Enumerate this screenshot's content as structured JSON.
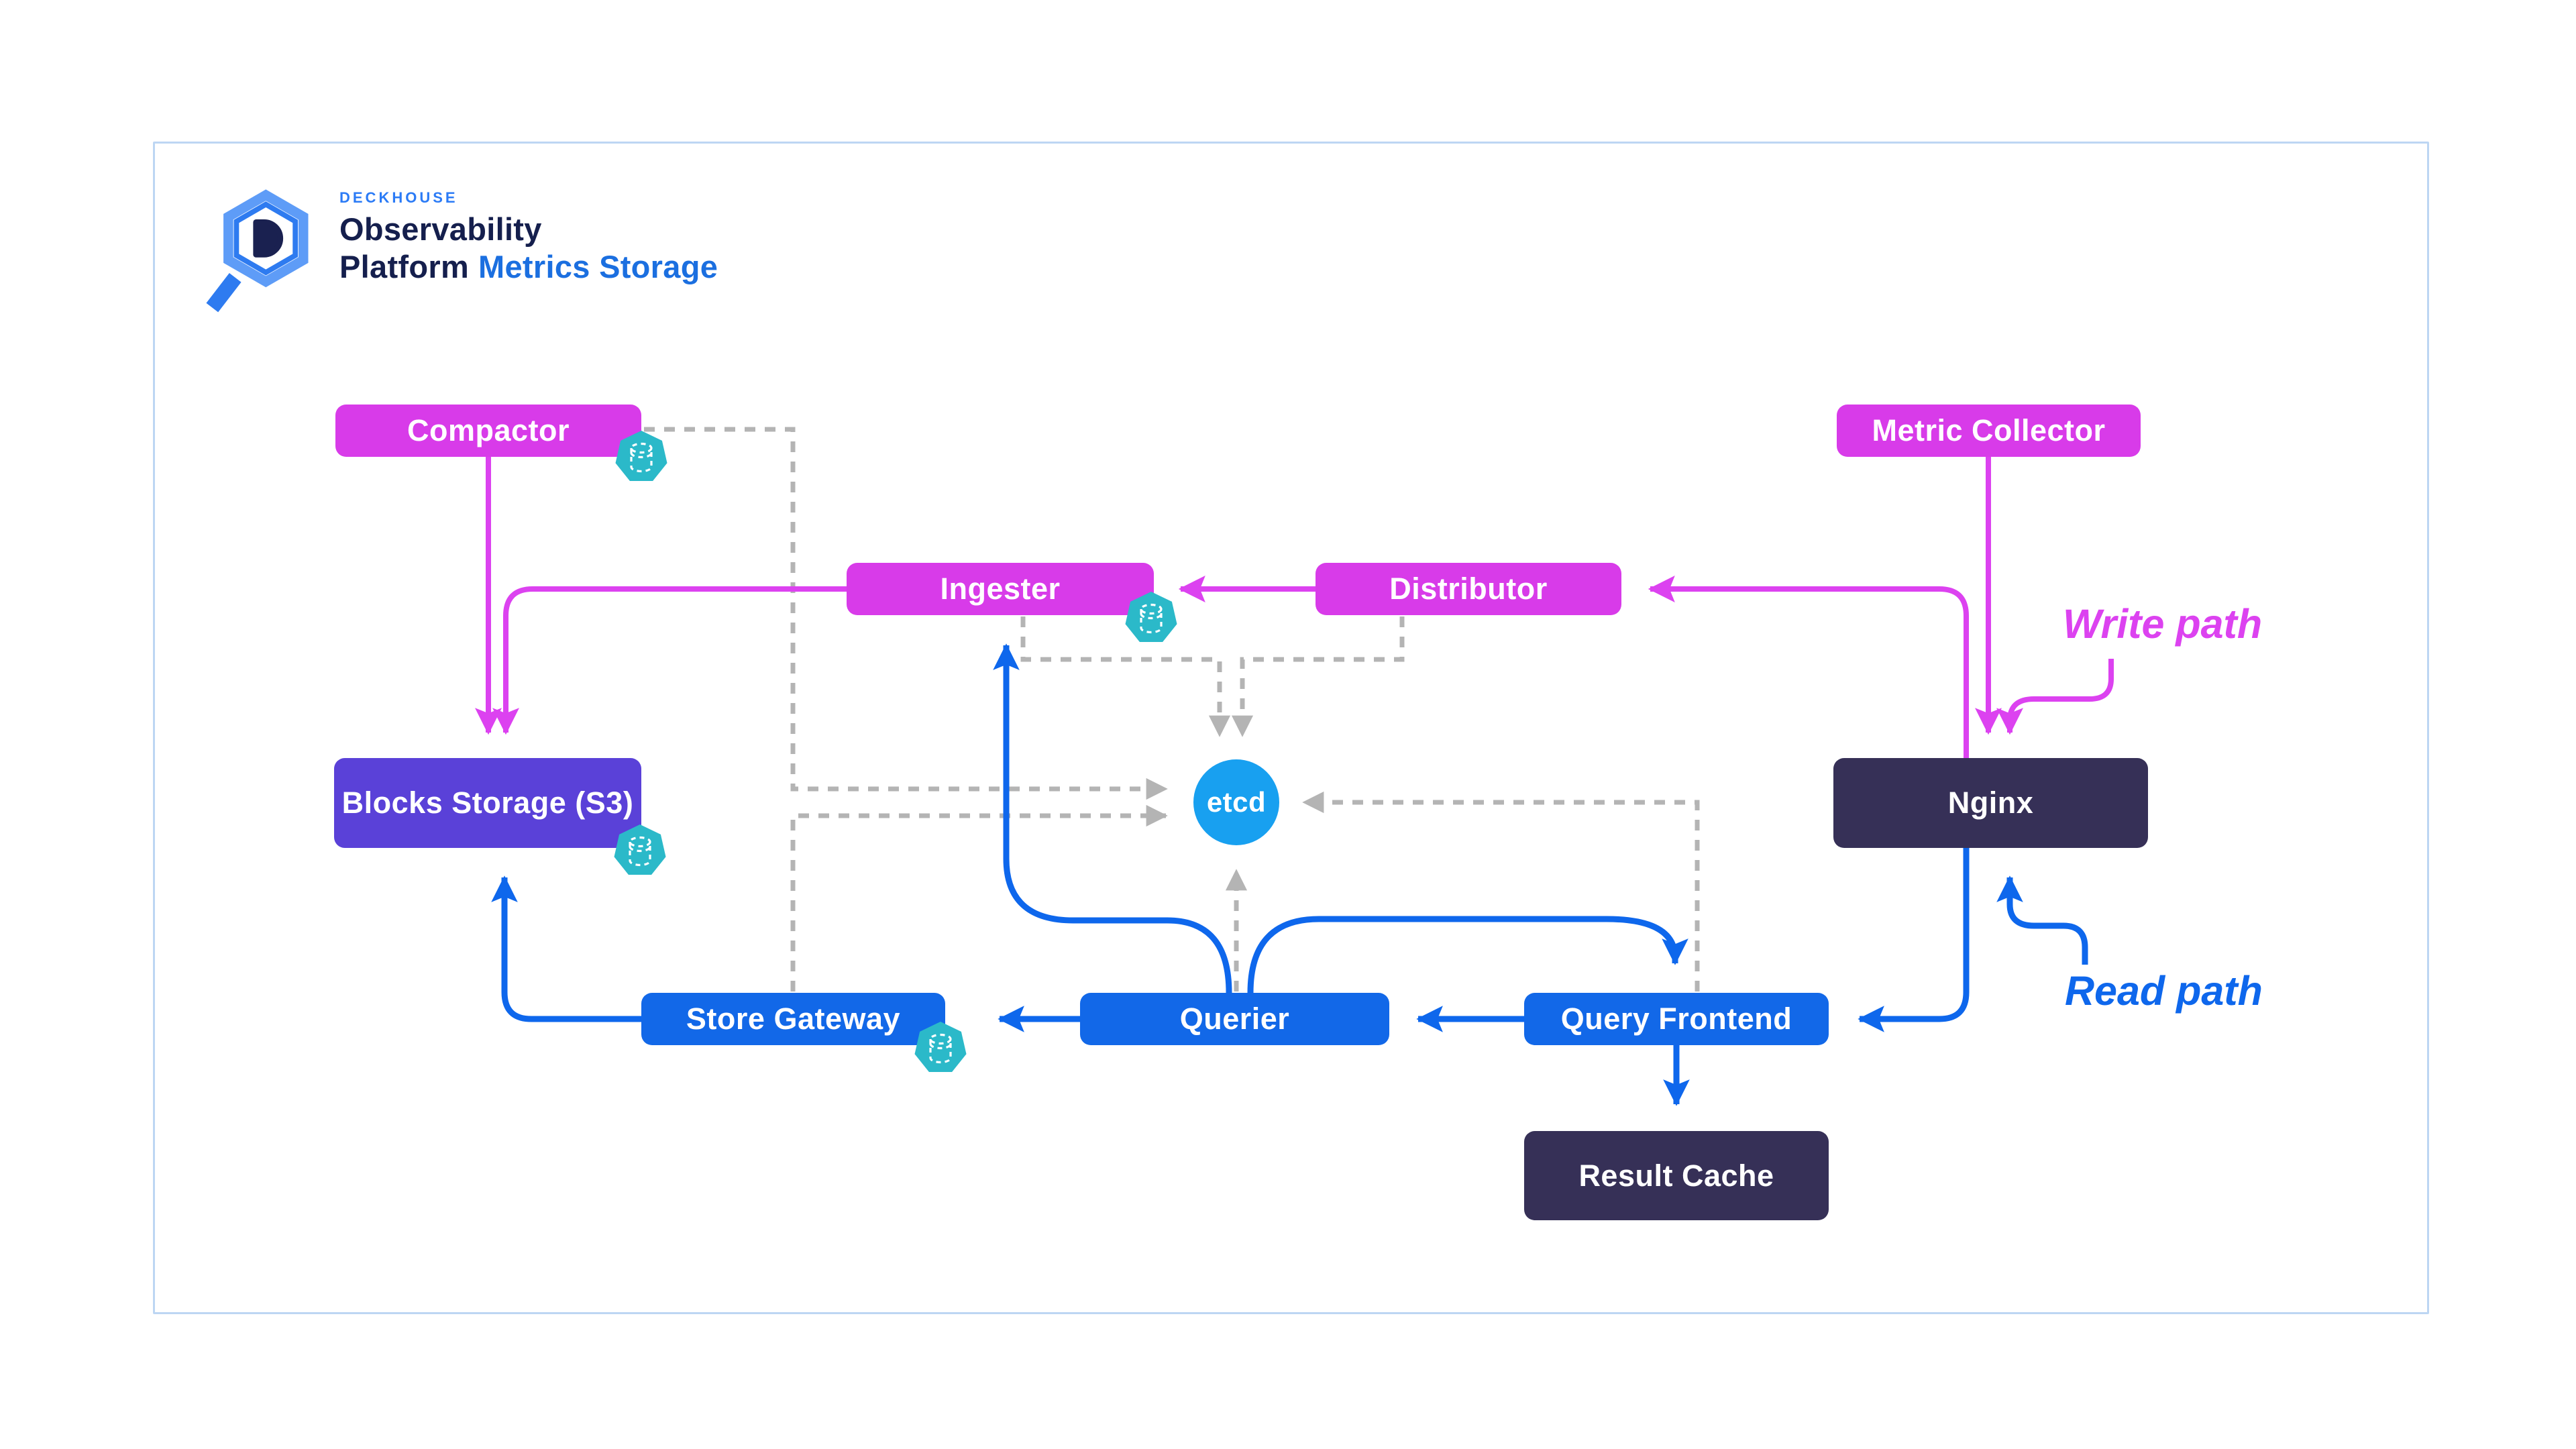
{
  "brand": {
    "eyebrow": "DECKHOUSE",
    "title_line1": "Observability",
    "title_line2": "Platform",
    "product": "Metrics Storage"
  },
  "annotations": {
    "write_path": "Write path",
    "read_path": "Read path"
  },
  "nodes": {
    "compactor": {
      "label": "Compactor",
      "group": "write"
    },
    "metric_collector": {
      "label": "Metric Collector",
      "group": "write"
    },
    "ingester": {
      "label": "Ingester",
      "group": "write"
    },
    "distributor": {
      "label": "Distributor",
      "group": "write"
    },
    "blocks_storage": {
      "label": "Blocks Storage (S3)",
      "group": "storage"
    },
    "nginx": {
      "label": "Nginx",
      "group": "gateway"
    },
    "etcd": {
      "label": "etcd",
      "group": "kv-store"
    },
    "store_gateway": {
      "label": "Store Gateway",
      "group": "read"
    },
    "querier": {
      "label": "Querier",
      "group": "read"
    },
    "query_frontend": {
      "label": "Query Frontend",
      "group": "read"
    },
    "result_cache": {
      "label": "Result Cache",
      "group": "cache"
    }
  },
  "edges": {
    "write_path": [
      {
        "from": "Metric Collector",
        "to": "Nginx"
      },
      {
        "from": "Nginx",
        "to": "Distributor"
      },
      {
        "from": "Distributor",
        "to": "Ingester"
      },
      {
        "from": "Ingester",
        "to": "Blocks Storage (S3)"
      },
      {
        "from": "Compactor",
        "to": "Blocks Storage (S3)"
      }
    ],
    "read_path": [
      {
        "from": "Nginx",
        "to": "Query Frontend"
      },
      {
        "from": "Query Frontend",
        "to": "Querier"
      },
      {
        "from": "Querier",
        "to": "Query Frontend"
      },
      {
        "from": "Querier",
        "to": "Ingester"
      },
      {
        "from": "Querier",
        "to": "Store Gateway"
      },
      {
        "from": "Store Gateway",
        "to": "Blocks Storage (S3)"
      },
      {
        "from": "Query Frontend",
        "to": "Result Cache"
      }
    ],
    "ring_sync_dashed": [
      {
        "from": "Compactor",
        "to": "etcd"
      },
      {
        "from": "Store Gateway",
        "to": "etcd"
      },
      {
        "from": "Ingester",
        "to": "etcd"
      },
      {
        "from": "Distributor",
        "to": "etcd"
      },
      {
        "from": "Querier",
        "to": "etcd"
      },
      {
        "from": "Query Frontend",
        "to": "etcd"
      }
    ]
  },
  "colors": {
    "write_accent": "#dc42f0",
    "read_accent": "#0e67ec",
    "node_magenta": "#d83be9",
    "node_blue": "#1268e8",
    "node_purple": "#5a41d8",
    "node_navy": "#363057",
    "etcd_blue": "#18a0f0",
    "ring_gray": "#b4b4b4",
    "badge_teal": "#2bb9c9",
    "frame_border": "#bdd6f3",
    "brand_navy": "#151f4d",
    "brand_blue": "#2b7bf6",
    "product_blue": "#1b6fe0"
  }
}
